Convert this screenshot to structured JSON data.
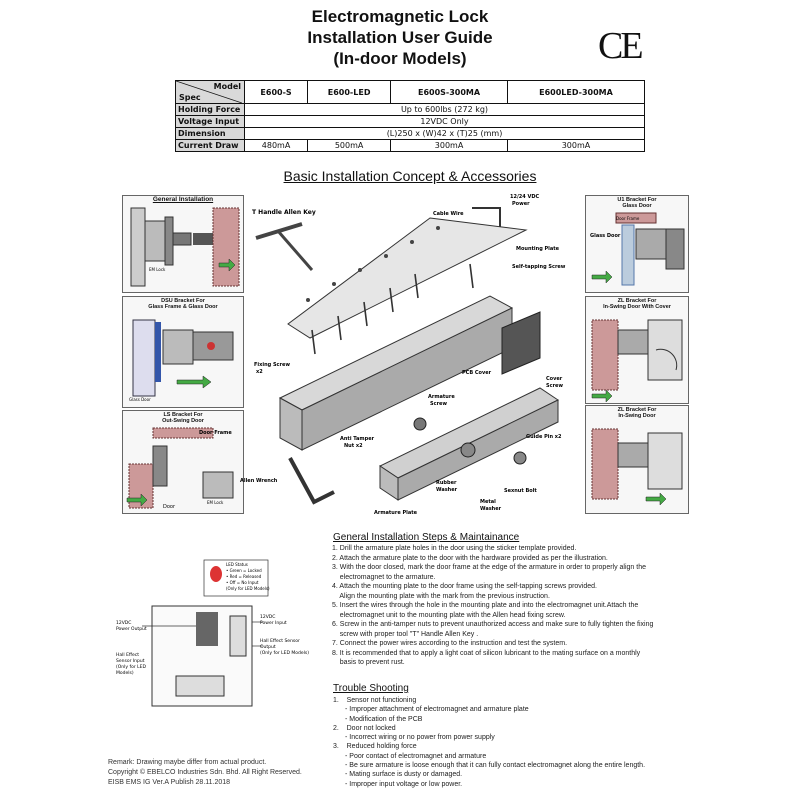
{
  "header": {
    "title_line1": "Electromagnetic Lock",
    "title_line2": "Installation User Guide",
    "title_line3": "(In-door Models)",
    "ce_mark": "CE"
  },
  "spec_table": {
    "model_label": "Model",
    "spec_label": "Spec",
    "models": [
      "E600-S",
      "E600-LED",
      "E600S-300MA",
      "E600LED-300MA"
    ],
    "rows": [
      {
        "label": "Holding Force",
        "value": "Up to 600lbs  (272 kg)"
      },
      {
        "label": "Voltage Input",
        "value": "12VDC Only"
      },
      {
        "label": "Dimension",
        "value": "(L)250 x (W)42 x (T)25 (mm)"
      }
    ],
    "current_draw": {
      "label": "Current Draw",
      "values": [
        "480mA",
        "500mA",
        "300mA",
        "300mA"
      ]
    }
  },
  "section_title": "Basic Installation Concept & Accessories",
  "diagram_labels": {
    "general_installation": "General Installation",
    "em_lock": "EM Lock",
    "dsu_bracket": "DSU Bracket For",
    "dsu_bracket2": "Glass Frame & Glass Door",
    "glass_door": "Glass Door",
    "ls_bracket": "LS Bracket For",
    "ls_bracket2": "Out-Swing Door",
    "door_frame": "Door Frame",
    "door": "Door",
    "t_handle": "T Handle Allen Key",
    "cable_wire": "Cable Wire",
    "vdc_power": "12/24 VDC",
    "power": "Power",
    "mounting_plate": "Mounting Plate",
    "self_tapping": "Self-tapping Screw",
    "fixing_screw": "Fixing Screw",
    "x2": "x2",
    "pcb_cover": "PCB Cover",
    "cover_screw": "Cover",
    "cover_screw2": "Screw",
    "armature_screw": "Armature",
    "armature_screw2": "Screw",
    "anti_tamper": "Anti Tamper",
    "anti_tamper2": "Nut x2",
    "guide_pin": "Guide Pin x2",
    "allen_wrench": "Allen Wrench",
    "rubber_washer": "Rubber",
    "rubber_washer2": "Washer",
    "sexnut_bolt": "Sexnut Bolt",
    "metal_washer": "Metal",
    "metal_washer2": "Washer",
    "armature_plate": "Armature Plate",
    "u_bracket": "U1 Bracket For",
    "u_bracket2": "Glass Door",
    "zl_bracket": "ZL Bracket For",
    "zl_bracket2": "In-Swing Door With Cover",
    "zl_bracket3": "ZL Bracket For",
    "zl_bracket4": "In-Swing Door"
  },
  "wiring": {
    "led_notes": "LED Status",
    "led_green": "• Green = Locked",
    "led_red": "• Red = Released",
    "led_off": "• Off = No Input",
    "led_only": "(Only for LED Models)",
    "output_12v": "12VDC",
    "output_12v2": "Power Output",
    "input_12v": "12VDC",
    "input_12v2": "Power Input",
    "hall_effect": "Hall Effect",
    "hall_effect2": "Sensor Input",
    "hall_effect3": "(Only for LED",
    "hall_effect4": "Models)",
    "hall_output": "Hall Effect Sensor",
    "hall_output2": "Output",
    "hall_output3": "(Only for LED Models)"
  },
  "steps": {
    "heading": "General Installation Steps & Maintainance",
    "items": [
      "1. Drill the armature plate holes in the door using the sticker template provided.",
      "2. Attach the armature plate to the door with the hardware provided as per the illustration.",
      "3. With the door closed, mark the door frame at the edge of the armature in order to properly align the",
      "    electromagnet to the armature.",
      "4. Attach the mounting plate to the door frame using the self-tapping screws provided.",
      "    Align the mounting plate with the mark from the previous instruction.",
      "5. Insert the wires through the hole in the mounting plate and into the electromagnet unit.Attach the",
      "    electromagnet unit to the mounting plate with the Allen head fixing screw.",
      "6. Screw in the anti-tamper nuts to prevent unauthorized access and make sure to fully tighten the fixing",
      "    screw with proper tool \"T\" Handle Allen Key .",
      "7. Connect the power wires according to the instruction and test the system.",
      "8. It is recommended that to apply a light coat of silicon lubricant to the mating surface on a monthly",
      "    basis to prevent rust."
    ]
  },
  "trouble": {
    "heading": "Trouble Shooting",
    "items": [
      {
        "text": "1.    Sensor not functioning",
        "sub": false
      },
      {
        "text": "- Improper attachment of electromagnet and armature plate",
        "sub": true
      },
      {
        "text": "- Modification of the PCB",
        "sub": true
      },
      {
        "text": "2.    Door not locked",
        "sub": false
      },
      {
        "text": "- Incorrect wiring or no power from power supply",
        "sub": true
      },
      {
        "text": "3.    Reduced holding force",
        "sub": false
      },
      {
        "text": "- Poor contact of electromagnet and armature",
        "sub": true
      },
      {
        "text": "- Be sure armature is loose enough that it can fully contact electromagnet along the entire length.",
        "sub": true
      },
      {
        "text": "- Mating surface is dusty or damaged.",
        "sub": true
      },
      {
        "text": "- Improper input voltage or low power.",
        "sub": true
      }
    ]
  },
  "footer": {
    "remark": "Remark: Drawing maybe differ from actual product.",
    "copyright": "Copyright © EBELCO Industries Sdn. Bhd. All Right Reserved.",
    "publish": "EISB EMS IG Ver.A  Publish 28.11.2018"
  }
}
